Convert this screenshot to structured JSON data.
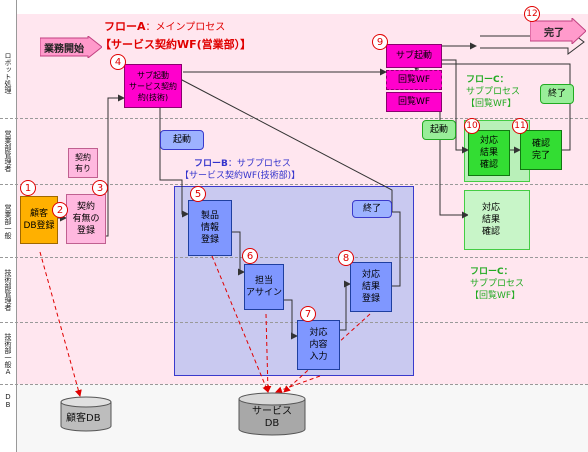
{
  "lanes": [
    {
      "label": "ロボット処理"
    },
    {
      "label": "営業部管理者"
    },
    {
      "label": "営業部一般"
    },
    {
      "label": "技術部管理者"
    },
    {
      "label": "技術部一般A"
    },
    {
      "label": "DB"
    }
  ],
  "flow_a": {
    "title": "フローA",
    "title_rest": "：メインプロセス",
    "subtitle": "【サービス契約WF(営業部）】"
  },
  "flow_b": {
    "title": "フローB",
    "title_rest": "：サブプロセス",
    "subtitle": "【サービス契約WF(技術部)】"
  },
  "flow_c_top": {
    "title": "フローC：",
    "line2": "サブプロセス",
    "line3": "【回覧WF】"
  },
  "flow_c_bottom": {
    "title": "フローC：",
    "line2": "サブプロセス",
    "line3": "【回覧WF】"
  },
  "steps": {
    "start": "業務開始",
    "complete": "完了",
    "s1": "顧客\nDB登録",
    "s2": "契約\n有無の\n登録",
    "s4": "サブ起動\nサービス契約\n約(技術)",
    "s5": "製品\n情報\n登録",
    "s6": "担当\nアサイン",
    "s7": "対応\n内容\n入力",
    "s8": "対応\n結果\n登録",
    "s9": "サブ起動",
    "s9b": "回覧WF",
    "s9c": "回覧WF",
    "s10": "対応\n結果\n確認",
    "s11": "確認\n完了",
    "s10b": "対応\n結果\n確認"
  },
  "labels": {
    "contract": "契約\n有り",
    "start_b": "起動",
    "end_b": "終了",
    "start_c": "起動",
    "end_c": "終了"
  },
  "numbers": [
    "1",
    "2",
    "3",
    "4",
    "5",
    "6",
    "7",
    "8",
    "9",
    "10",
    "11",
    "12"
  ],
  "db": {
    "customer": "顧客DB",
    "service": "サービス\nDB"
  }
}
